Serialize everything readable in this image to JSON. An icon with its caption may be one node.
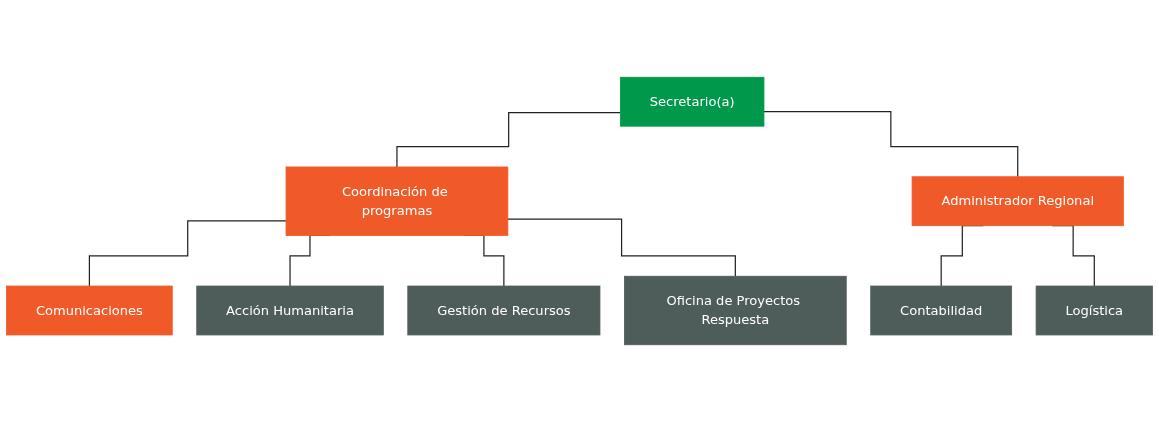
{
  "diagram": {
    "nodes": [
      {
        "text": [
          "Secretario(a)"
        ]
      },
      {
        "text": [
          "Comunicaciones"
        ]
      },
      {
        "text": [
          "Coordinación de programas"
        ]
      },
      {
        "text": [
          "Administrador Regional"
        ]
      },
      {
        "text": [
          "Acción Humanitaria"
        ]
      },
      {
        "text": [
          "Gestión de Recursos"
        ]
      },
      {
        "text": [
          "Oficina de Proyectos Respuesta"
        ]
      },
      {
        "text": [
          "Contabilidad"
        ]
      },
      {
        "text": [
          "Logística"
        ]
      }
    ],
    "edges": [
      {
        "from": 0,
        "to": 2,
        "arrow": "none"
      },
      {
        "from": 0,
        "to": 3,
        "arrow": "none"
      },
      {
        "from": 2,
        "to": 1,
        "arrow": "none"
      },
      {
        "from": 2,
        "to": 4,
        "arrow": "none"
      },
      {
        "from": 2,
        "to": 5,
        "arrow": "none"
      },
      {
        "from": 2,
        "to": 6,
        "arrow": "none"
      },
      {
        "from": 3,
        "to": 7,
        "arrow": "none"
      },
      {
        "from": 3,
        "to": 8,
        "arrow": "none"
      }
    ]
  }
}
